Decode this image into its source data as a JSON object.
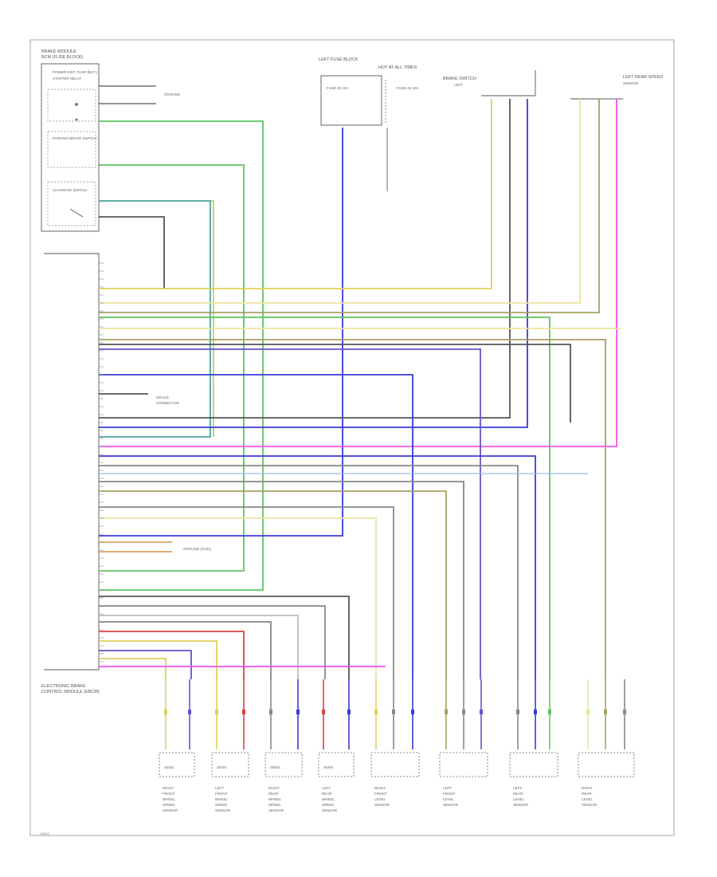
{
  "page": {
    "footer_code": "C8492"
  },
  "components": {
    "brake_module": {
      "title": "BRAKE MODULE",
      "sub": "BCM (FUSE BLOCK)",
      "items": [
        "POWER DIST. FUSE (BAT.)",
        "STARTER RELAY",
        "PARKING BRAKE SWITCH",
        "CHARGING SWITCH"
      ]
    },
    "fuse_a": {
      "title": "LEFT FUSE BLOCK",
      "sub": "FUSE 40 15A"
    },
    "fuse_b": {
      "title": "HOT AT ALL TIMES",
      "sub": "FUSE 45 10A"
    },
    "left_brk": {
      "title": "BRAKE SWITCH",
      "sub": "LEFT"
    },
    "right_brk": {
      "title": "LEFT REAR SPEED",
      "sub": "SENSOR"
    },
    "ebcm": {
      "title": "ELECTRONIC BRAKE",
      "sub": "CONTROL MODULE (EBCM)"
    },
    "ground_label": "GROUND",
    "splice_label": "SPLICE",
    "splice_label2": "CONNECTOR",
    "ground_lbl2": "GROUND (G101)",
    "bottom": [
      {
        "name": "RIGHT FRONT WHEEL SPEED SENSOR",
        "tag": "SENS."
      },
      {
        "name": "LEFT FRONT WHEEL SPEED SENSOR",
        "tag": "SENS."
      },
      {
        "name": "RIGHT REAR WHEEL SPEED SENSOR",
        "tag": "SENS."
      },
      {
        "name": "LEFT REAR WHEEL SPEED SENSOR",
        "tag": "SENS."
      },
      {
        "name": "RIGHT FRONT LEVEL SENSOR",
        "tag": ""
      },
      {
        "name": "LEFT FRONT LEVEL SENSOR",
        "tag": ""
      },
      {
        "name": "LEFT REAR LEVEL SENSOR",
        "tag": ""
      },
      {
        "name": "RIGHT REAR LEVEL SENSOR",
        "tag": ""
      }
    ]
  },
  "wire_colors": {
    "yellow": "#e0d05a",
    "lightyellow": "#ede3a0",
    "green": "#5fc45f",
    "lime": "#b4d26e",
    "teal": "#4fa6a6",
    "grey": "#888888",
    "darkgrey": "#555555",
    "olive": "#a8a060",
    "blue": "#3a3ad8",
    "violet": "#6a50d0",
    "pink": "#f050f0",
    "magenta": "#c040c0",
    "red": "#e04040",
    "lightblue": "#a0b8e8"
  }
}
